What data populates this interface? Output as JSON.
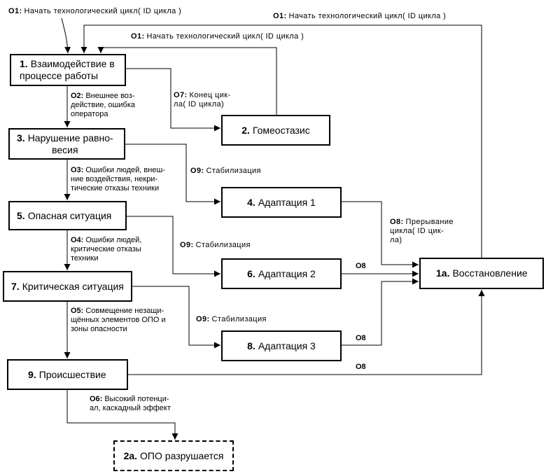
{
  "nodes": {
    "n1": {
      "id": "1.",
      "text": "Взаимодействие в\nпроцессе работы"
    },
    "n2": {
      "id": "2.",
      "text": "Гомеостазис"
    },
    "n3": {
      "id": "3.",
      "text": "Нарушение равно-\nвесия"
    },
    "n4": {
      "id": "4.",
      "text": "Адаптация 1"
    },
    "n5": {
      "id": "5.",
      "text": "Опасная ситуация"
    },
    "n6": {
      "id": "6.",
      "text": "Адаптация 2"
    },
    "n7": {
      "id": "7.",
      "text": "Критическая ситуация"
    },
    "n8": {
      "id": "8.",
      "text": "Адаптация 3"
    },
    "n9": {
      "id": "9.",
      "text": "Происшествие"
    },
    "n1a": {
      "id": "1а.",
      "text": "Восстановление"
    },
    "n2a": {
      "id": "2а.",
      "text": "ОПО разрушается"
    }
  },
  "labels": {
    "o1_top": {
      "code": "О1:",
      "text": "Начать технологический цикл( ID цикла )"
    },
    "o1_right": {
      "code": "О1:",
      "text": "Начать технологический цикл( ID цикла )"
    },
    "o1_mid": {
      "code": "О1:",
      "text": "Начать технологический цикл( ID цикла )"
    },
    "o2": {
      "code": "О2:",
      "text": "Внешнее воз-\nдействие, ошибка\nоператора"
    },
    "o7": {
      "code": "О7:",
      "text": "Конец цик-\nла( ID цикла)"
    },
    "o3": {
      "code": "О3:",
      "text": "Ошибки людей, внеш-\nние воздействия, некри-\nтические отказы техники"
    },
    "o9_a": {
      "code": "О9:",
      "text": "Стабилизация"
    },
    "o9_b": {
      "code": "О9:",
      "text": "Стабилизация"
    },
    "o9_c": {
      "code": "О9:",
      "text": "Стабилизация"
    },
    "o8_a": {
      "code": "О8:",
      "text": "Прерывание\nцикла( ID цик-\nла)"
    },
    "o4": {
      "code": "О4:",
      "text": "Ошибки людей,\nкритические отказы\nтехники"
    },
    "o8_b": {
      "code": "О8",
      "text": ""
    },
    "o8_c": {
      "code": "О8",
      "text": ""
    },
    "o8_d": {
      "code": "О8",
      "text": ""
    },
    "o5": {
      "code": "О5:",
      "text": "Совмещение незащи-\nщённых элементов ОПО и\nзоны опасности"
    },
    "o6": {
      "code": "О6:",
      "text": "Высокий потенци-\nал, каскадный эффект"
    }
  }
}
